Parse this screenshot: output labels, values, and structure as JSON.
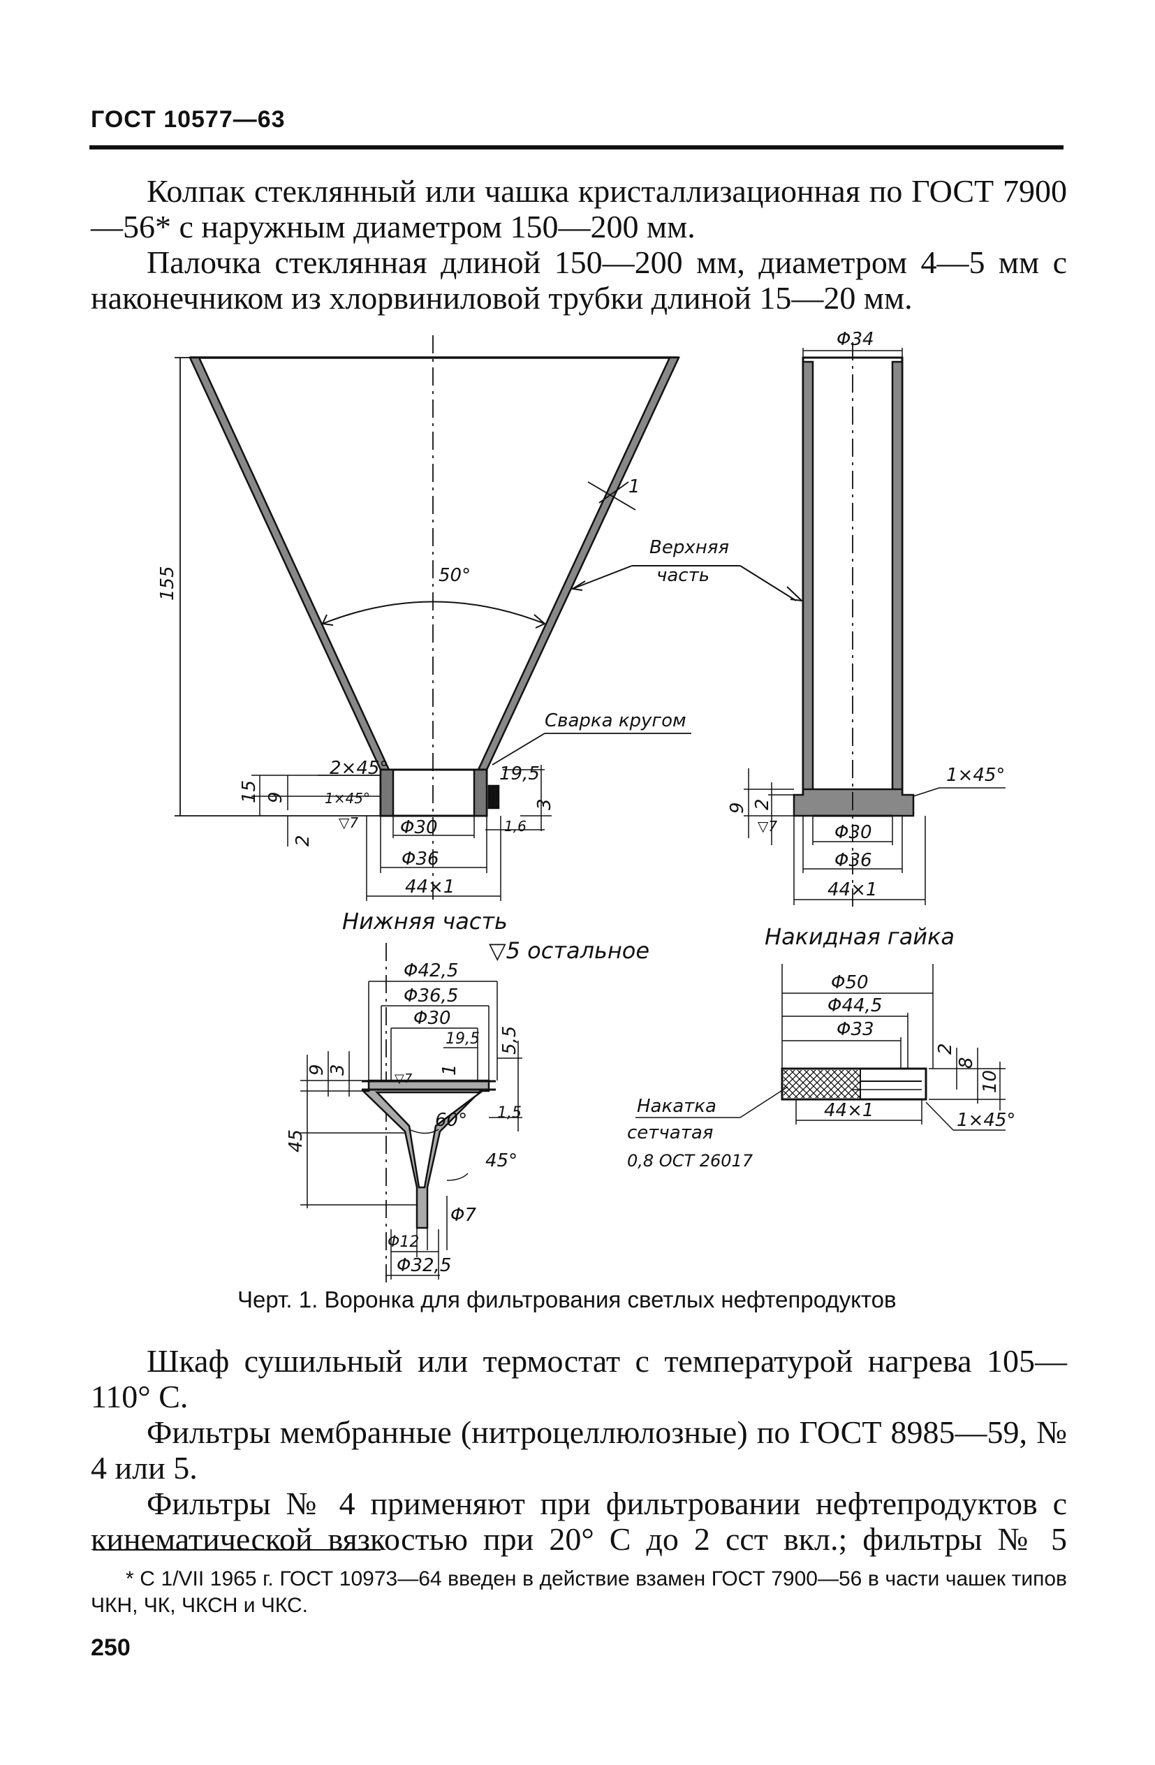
{
  "header": "ГОСТ 10577—63",
  "paragraphs_top": [
    "Колпак стеклянный или чашка кристаллизационная по ГОСТ 7900—56* с наружным диаметром 150—200 мм.",
    "Палочка стеклянная длиной 150—200 мм, диаметром 4—5 мм с наконечником из хлорвиниловой трубки длиной 15—20 мм."
  ],
  "drawing": {
    "funnel": {
      "height": "155",
      "angle": "50°",
      "wall": "1",
      "upper_part": [
        "Верхняя",
        "часть"
      ],
      "weld": "Сварка кругом",
      "chamfer_2": "2×45°",
      "chamfer_1": "1×45°",
      "dim_15": "15",
      "dim_9": "9",
      "dim_2": "2",
      "dim_19_5": "19,5",
      "dim_3": "3",
      "dim_1_6": "1,6",
      "roughness": "▽7",
      "d30": "Φ30",
      "d36": "Φ36",
      "d44": "44×1",
      "caption": "Нижняя часть",
      "rest_roughness": "▽5 остальное"
    },
    "nut_tube": {
      "d34": "Φ34",
      "chamfer": "1×45°",
      "dim_9": "9",
      "dim_2": "2",
      "roughness": "▽7",
      "d30": "Φ30",
      "d36": "Φ36",
      "d44": "44×1",
      "caption": "Накидная гайка"
    },
    "cone": {
      "d42_5": "Φ42,5",
      "d36_5": "Φ36,5",
      "d30": "Φ30",
      "d19_5": "19,5",
      "dim_9": "9",
      "dim_3": "3",
      "dim_1": "1",
      "dim_5_5": "5,5",
      "dim_1_5": "1,5",
      "dim_45": "45",
      "angle60": "60°",
      "angle45": "45°",
      "d7": "Φ7",
      "d12": "Φ12",
      "d32_5": "Φ32,5",
      "roughness": "▽7"
    },
    "ring": {
      "d50": "Φ50",
      "d44_5": "Φ44,5",
      "d33": "Φ33",
      "dim_2": "2",
      "dim_8": "8",
      "dim_10": "10",
      "d44": "44×1",
      "chamfer": "1×45°",
      "knurl": [
        "Накатка",
        "сетчатая",
        "0,8 ОСТ 26017"
      ]
    }
  },
  "figure_caption": "Черт. 1. Воронка для фильтрования светлых нефтепродуктов",
  "paragraphs_bottom": [
    "Шкаф сушильный или термостат с температурой нагрева 105—110° С.",
    "Фильтры мембранные (нитроцеллюлозные) по ГОСТ 8985—59, № 4 или 5.",
    "Фильтры № 4 применяют при фильтровании нефтепродуктов с кинематической вязкостью при 20° С до 2 сст вкл.; фильтры № 5"
  ],
  "footnote": "* С 1/VII 1965 г. ГОСТ 10973—64 введен в действие взамен ГОСТ 7900—56 в части чашек типов ЧКН, ЧК, ЧКСН и ЧКС.",
  "page_number": "250"
}
